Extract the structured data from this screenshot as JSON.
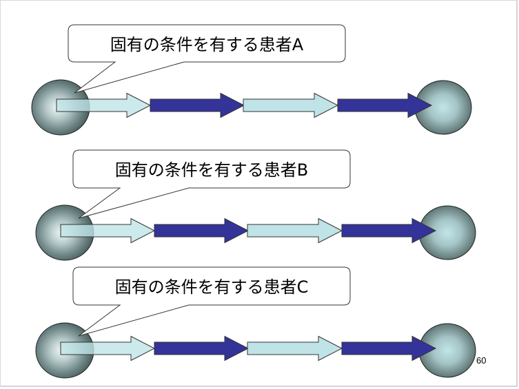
{
  "slide": {
    "page_number": "60",
    "rows": [
      {
        "id": "A",
        "label": "固有の条件を有する患者A"
      },
      {
        "id": "B",
        "label": "固有の条件を有する患者B"
      },
      {
        "id": "C",
        "label": "固有の条件を有する患者C"
      }
    ],
    "colors": {
      "light_arrow": "#bfe3e6",
      "dark_arrow": "#333399",
      "outline": "#333333",
      "sphere_edge": "#4b6060",
      "start_sphere_highlight": "#f2f6f6",
      "end_sphere_highlight": "#bfe3e6"
    },
    "arrow_sequence": [
      "light",
      "dark",
      "light",
      "dark"
    ]
  }
}
